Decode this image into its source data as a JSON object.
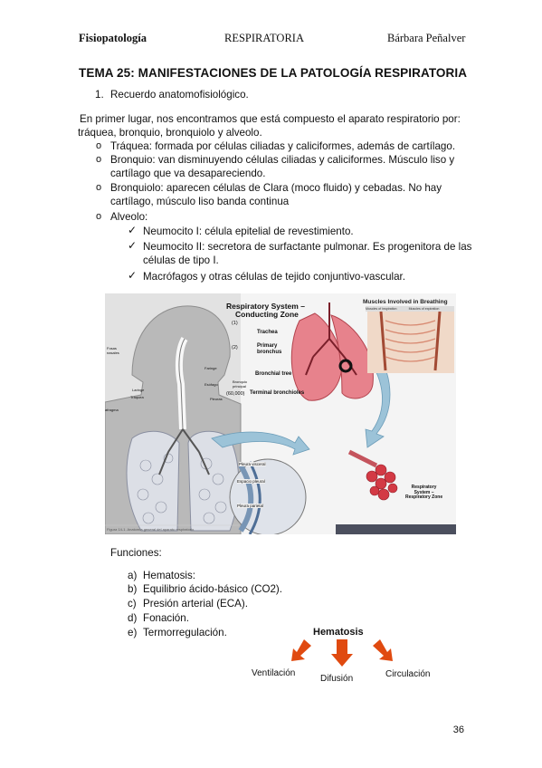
{
  "header": {
    "left": "Fisiopatología",
    "center": "RESPIRATORIA",
    "right": "Bárbara Peñalver"
  },
  "title": "TEMA 25: MANIFESTACIONES DE LA PATOLOGÍA RESPIRATORIA",
  "section1": {
    "num": "1.",
    "text": "Recuerdo anatomofisiológico."
  },
  "intro": {
    "line1": "En primer lugar, nos encontramos que está compuesto el aparato respiratorio por:",
    "line2": "tráquea, bronquio, bronquiolo y alveolo."
  },
  "parts": [
    {
      "marker": "o",
      "lines": [
        "Tráquea: formada por células ciliadas y caliciformes, además de cartílago."
      ]
    },
    {
      "marker": "o",
      "lines": [
        "Bronquio: van disminuyendo células ciliadas y caliciformes. Músculo liso y",
        "cartílago que va desapareciendo."
      ]
    },
    {
      "marker": "o",
      "lines": [
        "Bronquiolo: aparecen células de Clara (moco fluido) y cebadas. No hay",
        "cartílago, músculo liso banda continua"
      ]
    },
    {
      "marker": "o",
      "lines": [
        "Alveolo:"
      ]
    }
  ],
  "alveolo_items": [
    {
      "lines": [
        "Neumocito I: célula epitelial de revestimiento."
      ]
    },
    {
      "lines": [
        "Neumocito II: secretora de surfactante pulmonar. Es progenitora de las",
        "células de tipo I."
      ]
    },
    {
      "lines": [
        "Macrófagos y otras células de tejido conjuntivo-vascular."
      ]
    }
  ],
  "figure": {
    "conducting_title1": "Respiratory System –",
    "conducting_title2": "Conducting Zone",
    "gen1": "(1)",
    "gen2": "(2)",
    "gen3": "(60,000)",
    "trachea": "Trachea",
    "primary": "Primary",
    "bronchus": "bronchus",
    "bronchial_tree": "Bronchial tree",
    "terminal": "Terminal bronchioles",
    "muscles_title": "Muscles Involved in Breathing",
    "insp": "Muscles of inspiration",
    "exp": "Muscles of expiration",
    "fosas": "Fosas nasales",
    "faringe": "Faringe",
    "esofago": "Esófago",
    "laringe": "Laringe",
    "traquea": "Tráquea",
    "pleuras": "Pleuras",
    "bronquio_principal": "Bronquio principal",
    "diafragma": "afragma",
    "pleura_visceral": "Pleura visceral",
    "espacio_pleural": "Espacio pleural",
    "pleura_parietal": "Pleura parietal",
    "resp_zone1": "Respiratory",
    "resp_zone2": "System –",
    "resp_zone3": "Respiratory Zone",
    "caption": "Figura 14-1. Anatomía general del aparato respiratorio."
  },
  "funciones": {
    "title": "Funciones:",
    "items": [
      {
        "marker": "a)",
        "text": "Hematosis:"
      },
      {
        "marker": "b)",
        "text": "Equilibrio ácido-básico (CO2)."
      },
      {
        "marker": "c)",
        "text": "Presión arterial (ECA)."
      },
      {
        "marker": "d)",
        "text": "Fonación."
      },
      {
        "marker": "e)",
        "text": "Termorregulación."
      }
    ]
  },
  "hematosis_diagram": {
    "title": "Hematosis",
    "left": "Ventilación",
    "center": "Difusión",
    "right": "Circulación",
    "arrow_color": "#e04a10"
  },
  "page_number": "36"
}
